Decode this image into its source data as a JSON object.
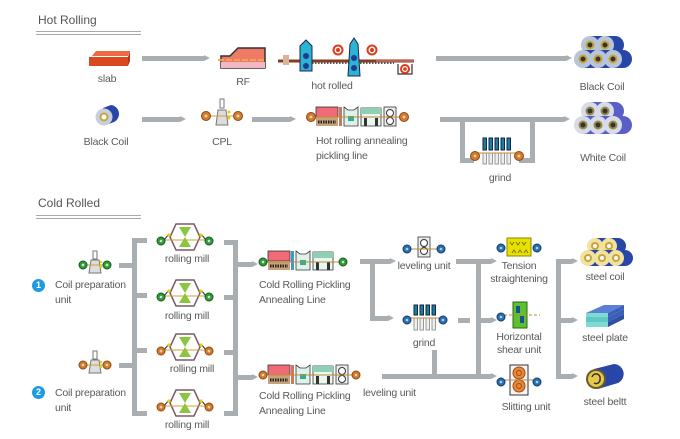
{
  "sections": {
    "hot_rolling": {
      "title": "Hot Rolling",
      "row1": {
        "slab": "slab",
        "rf": "RF",
        "hot_rolled": "hot rolled",
        "black_coil": "Black Coil"
      },
      "row2": {
        "black_coil": "Black Coil",
        "cpl": "CPL",
        "annealing_line_1": "Hot rolling annealing",
        "annealing_line_2": "pickling line",
        "grind": "grind",
        "white_coil": "White Coil"
      }
    },
    "cold_rolled": {
      "title": "Cold Rolled",
      "badge_1": "1",
      "badge_2": "2",
      "coil_prep_1a": "Coil preparation",
      "coil_prep_1b": "unit",
      "coil_prep_2a": "Coil preparation",
      "coil_prep_2b": "unit",
      "rolling_mills": [
        "rolling mill",
        "rolling mill",
        "rolling mill",
        "rolling mill"
      ],
      "crpal_1a": "Cold Rolling Pickling",
      "crpal_1b": "Annealing Line",
      "crpal_2a": "Cold Rolling Pickling",
      "crpal_2b": "Annealing Line",
      "leveling_unit_1": "leveling unit",
      "leveling_unit_2": "leveling unit",
      "grind": "grind",
      "tension_1": "Tension",
      "tension_2": "straightening",
      "shear_1": "Horizontal",
      "shear_2": "shear unit",
      "slitting": "Slitting unit",
      "steel_coil": "steel coil",
      "steel_plate": "steel plate",
      "steel_belt": "steel beltt"
    }
  },
  "colors": {
    "connector": "#a9aeb3",
    "badge": "#1e9be0",
    "slab": "#d9481f",
    "coil_blue": "#2746a8",
    "roller_green": "#2e9a3a",
    "roller_orange": "#d47a2e",
    "roller_blue": "#2a6fb0"
  }
}
